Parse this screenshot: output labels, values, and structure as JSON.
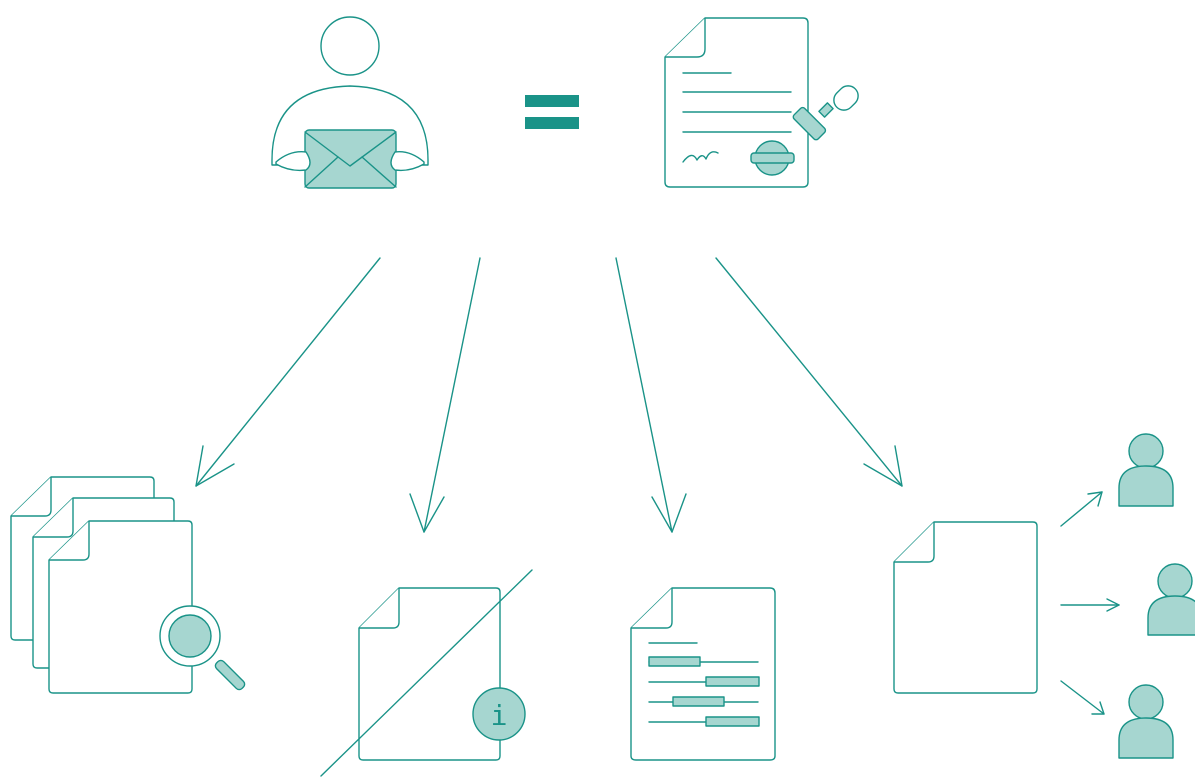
{
  "diagram": {
    "colors": {
      "stroke": "#1a9388",
      "fill": "#a6d6d0",
      "background": "#ffffff"
    },
    "top": {
      "left_icon": "person-holding-envelope-icon",
      "operator": "equals-sign",
      "right_icon": "signed-stamped-document-icon"
    },
    "branches": [
      {
        "icon": "documents-search-icon"
      },
      {
        "icon": "document-info-crossed-icon",
        "badge_text": "i"
      },
      {
        "icon": "document-redacted-icon"
      },
      {
        "icon": "document-shared-with-people-icon",
        "recipients": 3
      }
    ]
  }
}
